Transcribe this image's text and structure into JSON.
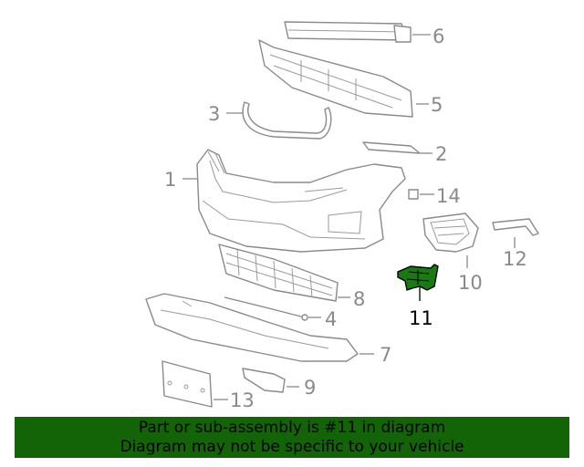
{
  "diagram": {
    "highlighted_part": "11",
    "highlight_color": "#1a7a12",
    "labels": [
      "1",
      "2",
      "3",
      "4",
      "5",
      "6",
      "7",
      "8",
      "9",
      "10",
      "11",
      "12",
      "13",
      "14"
    ]
  },
  "banner": {
    "line1": "Part or sub-assembly is #11 in diagram",
    "line2": "Diagram may not be specific to your vehicle",
    "background": "#136307"
  }
}
